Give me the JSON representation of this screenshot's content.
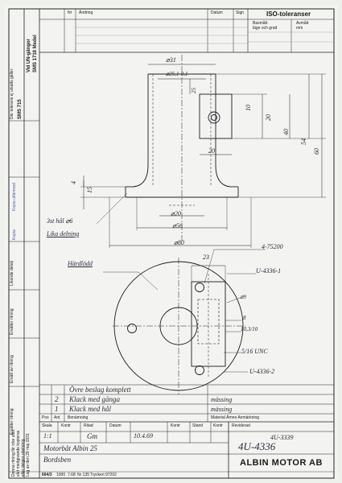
{
  "revision_header": {
    "nr": "Nr",
    "change": "Ändring",
    "date": "Datum",
    "sign": "Sign"
  },
  "iso_box": {
    "title": "ISO-toleranser",
    "basic_size": "Basmått",
    "basic_size_2": "läge och grad",
    "deviation": "Avmått",
    "deviation_unit": "mm"
  },
  "left_strip": {
    "tolerance_note": "Där tolerans ej utsatts gäller:",
    "sms715": "SMS 715",
    "thread_note": "Vid UN-gängor",
    "sms1718": "SMS 1718 Medel",
    "stamp_1": "Kopia utlämnad",
    "stamp_2": "Kopia",
    "field_3": "Likande detalj",
    "field_4": "Ersätter ritning",
    "field_5": "Ersätt av ritning",
    "field_6": "Ersätter ritning",
    "bottom_note_1": "Denna ritning får icke utan",
    "bottom_note_2": "vårt medgivande kopieras",
    "bottom_note_3": "eller delges obehörig.",
    "bottom_note_4": "Lag av den 29 maj 1931"
  },
  "dims": {
    "d31": "⌀31",
    "d25": "⌀25,1-0,1",
    "d25b": "25",
    "d10": "10",
    "d20": "20",
    "d40": "40",
    "d54": "54",
    "d60": "60",
    "d4": "4",
    "d15": "15",
    "d20b": "⌀20",
    "d56": "⌀56",
    "d80": "⌀80",
    "holes": "3st hål ⌀6",
    "pitch": "Lika delning",
    "d23": "23",
    "hardened": "Härdlödd",
    "ref1": "4-75200",
    "ref2": "U-4336-1",
    "d9": "⌀9",
    "d8": "8",
    "d10_31": "10,3/10",
    "thread": "5/16 UNC",
    "ref3": "U-4336-2"
  },
  "parts_list": {
    "rows": [
      {
        "pos": "",
        "qty": "",
        "name": "Övre beslag komplett",
        "material": ""
      },
      {
        "pos": "",
        "qty": "2",
        "name": "Klack med gänga",
        "material": "mässing"
      },
      {
        "pos": "",
        "qty": "1",
        "name": "Klack med hål",
        "material": "mässing"
      }
    ],
    "header": {
      "pos": "Pos",
      "qty": "Ant",
      "name": "Benämning",
      "material": "Material  Ämne  Anmärkning"
    }
  },
  "title_block": {
    "scale_label": "Skala",
    "scale": "1:1",
    "checked_label": "Kontr",
    "drawn_label": "Ritad",
    "drawn_by": "Gm",
    "date_label": "Datum",
    "date": "10.4.69",
    "checked2_label": "Kontr",
    "std_label": "Stand",
    "std2_label": "Kontr",
    "revised_label": "Reviderad",
    "title_1": "Motorbåt Albin 25",
    "title_2": "Bordsben",
    "drawing_no_small": "4U-3339",
    "drawing_no": "4U-4336",
    "company": "ALBIN MOTOR AB"
  },
  "footer": {
    "code": "664/3",
    "qty": "1000",
    "date": "7.68",
    "nr": "Nr 135",
    "printer": "Tryckeri 97202"
  }
}
